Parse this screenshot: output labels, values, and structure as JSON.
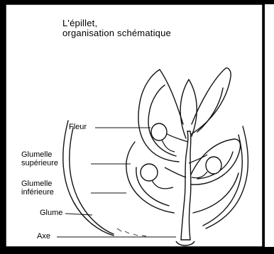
{
  "title": {
    "line1": "L'épillet,",
    "line2": "organisation schématique"
  },
  "labels": {
    "fleur": "Fleur",
    "glumelle_sup_1": "Glumelle",
    "glumelle_sup_2": "supérieure",
    "glumelle_inf_1": "Glumelle",
    "glumelle_inf_2": "inférieure",
    "glume": "Glume",
    "axe": "Axe"
  }
}
